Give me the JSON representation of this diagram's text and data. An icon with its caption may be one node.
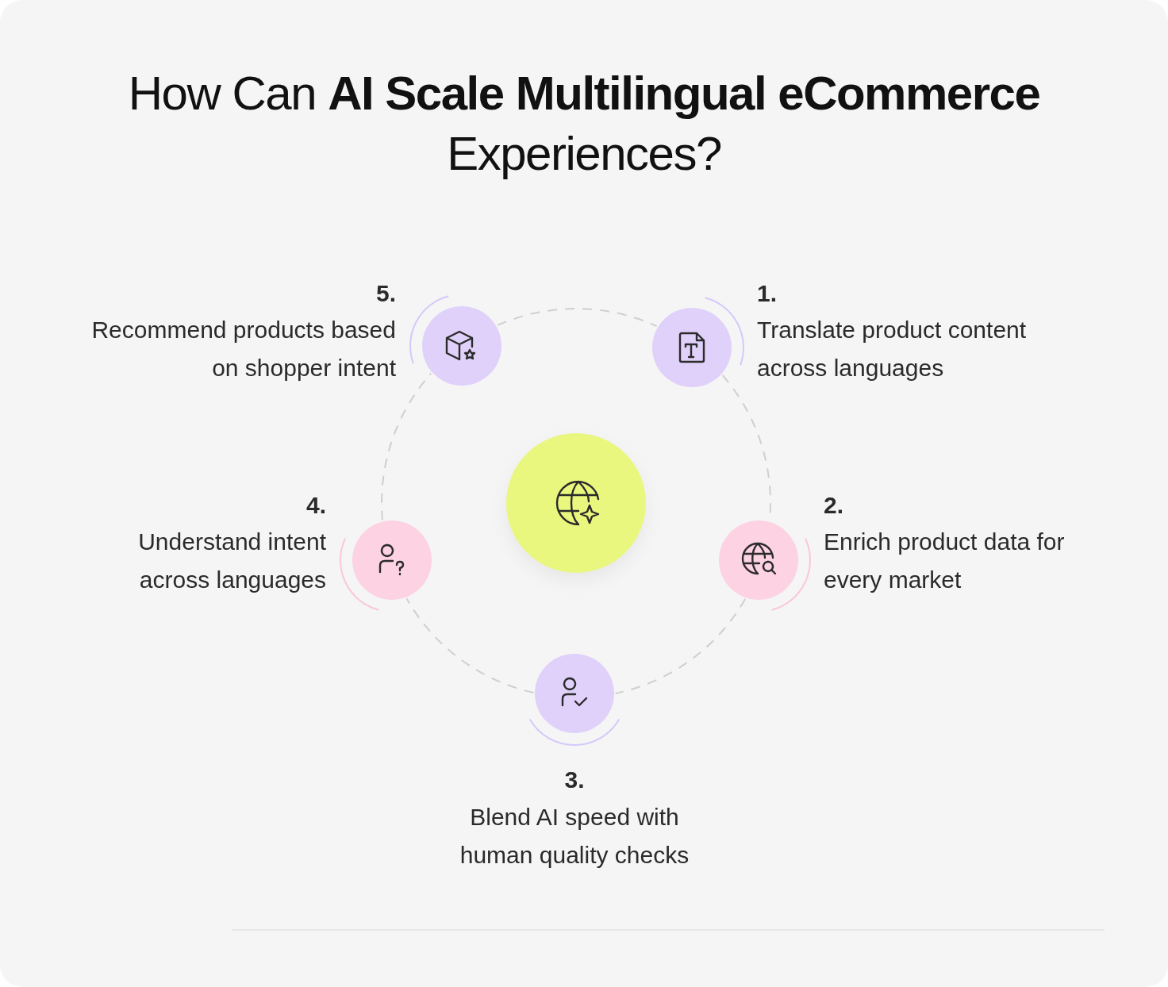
{
  "diagram": {
    "title": "How Can **AI Scale Multilingual eCommerce** Experiences?",
    "nodes": [
      {
        "text": [],
        "shape": "circle"
      },
      {
        "text": [],
        "shape": "circle",
        "beside": [
          "1.",
          "Translate product content across languages"
        ]
      },
      {
        "text": [],
        "shape": "circle",
        "beside": [
          "2.",
          "Enrich product data for every market"
        ]
      },
      {
        "text": [],
        "shape": "circle",
        "beside": [
          "3.",
          "Blend AI speed with human quality checks"
        ]
      },
      {
        "text": [],
        "shape": "circle",
        "beside": [
          "4.",
          "Understand intent across languages"
        ]
      },
      {
        "text": [],
        "shape": "circle",
        "beside": [
          "5.",
          "Recommend products based on shopper intent"
        ]
      }
    ],
    "edges": [
      {
        "from": 1,
        "to": 2,
        "arrow": "none",
        "style": "dashed"
      },
      {
        "from": 2,
        "to": 3,
        "arrow": "none",
        "style": "dashed"
      },
      {
        "from": 3,
        "to": 4,
        "arrow": "none",
        "style": "dashed"
      },
      {
        "from": 4,
        "to": 5,
        "arrow": "none",
        "style": "dashed"
      },
      {
        "from": 5,
        "to": 1,
        "arrow": "none",
        "style": "dashed"
      }
    ]
  }
}
